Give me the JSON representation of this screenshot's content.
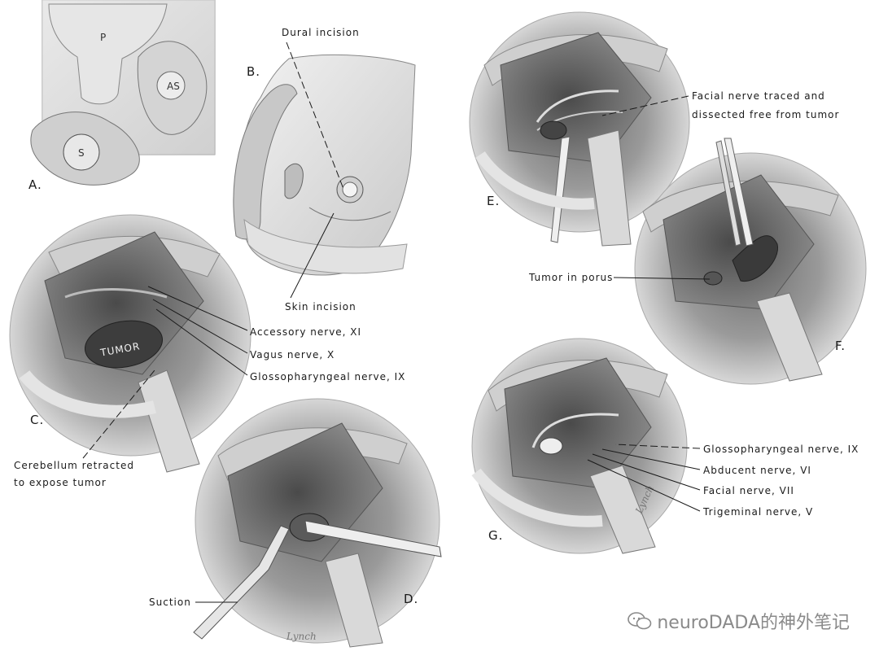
{
  "panels": {
    "a": {
      "letter": "A.",
      "p": "P",
      "as": "AS",
      "s": "S"
    },
    "b": {
      "letter": "B.",
      "dural": "Dural incision",
      "skin": "Skin incision"
    },
    "c": {
      "letter": "C.",
      "tumor": "TUMOR",
      "accessory": "Accessory nerve, XI",
      "vagus": "Vagus nerve, X",
      "glosso": "Glossopharyngeal nerve, IX",
      "cerebellum1": "Cerebellum retracted",
      "cerebellum2": "to expose tumor"
    },
    "d": {
      "letter": "D.",
      "suction": "Suction",
      "signature": "Lynch"
    },
    "e": {
      "letter": "E.",
      "facial1": "Facial nerve traced and",
      "facial2": "dissected free from tumor"
    },
    "f": {
      "letter": "F.",
      "porus": "Tumor in porus"
    },
    "g": {
      "letter": "G.",
      "glosso": "Glossopharyngeal nerve, IX",
      "abducent": "Abducent nerve, VI",
      "facial": "Facial nerve, VII",
      "trigeminal": "Trigeminal nerve, V",
      "signature": "Lynch"
    }
  },
  "watermark": {
    "text": "neuroDADA的神外笔记",
    "icon": "chat-bubbles-icon"
  }
}
